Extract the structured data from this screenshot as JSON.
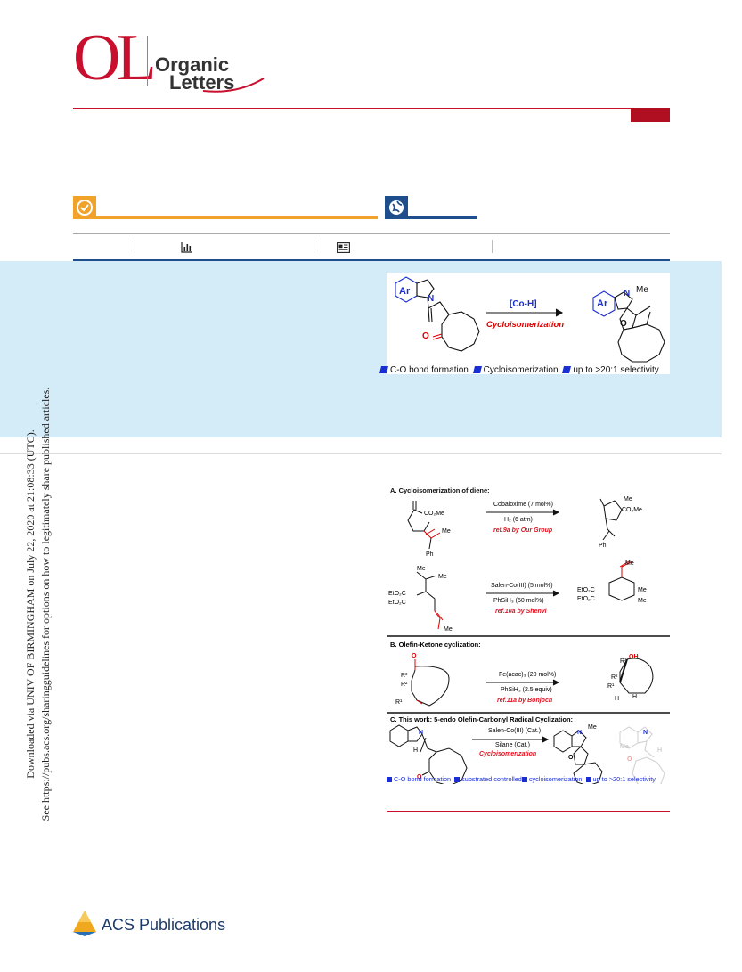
{
  "header": {
    "logo_mark": "OL",
    "logo_line1": "Organic",
    "logo_line2": "Letters"
  },
  "toc_graphic": {
    "reagent": "[Co-H]",
    "process": "Cycloisomerization",
    "ar_label": "Ar",
    "me_label": "Me",
    "n_label": "N",
    "o_label": "O",
    "legend": [
      "C-O bond formation",
      "Cycloisomerization",
      "up to >20:1 selectivity"
    ]
  },
  "scheme": {
    "sectionA": {
      "title": "A. Cycloisomerization of diene:",
      "rxn1": {
        "catalyst": "Cobaloxime (7 mol%)",
        "conditions": "H₂ (6 atm)",
        "reference": "ref.9a by Our Group",
        "substrate_ester": "CO₂Me",
        "substrate_me": "Me",
        "substrate_ph": "Ph",
        "product_me": "Me",
        "product_ester": "CO₂Me",
        "product_ph": "Ph"
      },
      "rxn2": {
        "catalyst": "Salen-Co(III) (5 mol%)",
        "conditions": "PhSiH₃ (50 mol%)",
        "reference": "ref.10a by Shenvi",
        "substrate_me_top": "Me",
        "substrate_me_right": "Me",
        "substrate_ester1": "EtO₂C",
        "substrate_ester2": "EtO₂C",
        "substrate_me_bottom": "Me",
        "product_me_top": "Me",
        "product_ester1": "EtO₂C",
        "product_ester2": "EtO₂C",
        "product_me1": "Me",
        "product_me2": "Me"
      }
    },
    "sectionB": {
      "title": "B. Olefin-Ketone cyclization:",
      "catalyst": "Fe(acac)₃ (20 mol%)",
      "conditions": "PhSiH₃ (2.5 equiv)",
      "reference": "ref.11a by Bonjoch",
      "o_label": "O",
      "r3": "R³",
      "r2": "R²",
      "r1": "R¹",
      "p_r3": "R³",
      "p_oh": "OH",
      "p_r2": "R²",
      "p_r1": "R¹",
      "p_h1": "H",
      "p_h2": "H"
    },
    "sectionC": {
      "title": "C. This work:  5-endo Olefin-Carbonyl Radical Cyclization:",
      "catalyst": "Salen-Co(III) (Cat.)",
      "conditions": "Silane (Cat.)",
      "process": "Cycloisomerization",
      "n_label": "N",
      "h_label": "H",
      "o_label": "O",
      "p_n": "N",
      "p_me": "Me",
      "p_o": "O",
      "g_n": "N",
      "g_h": "H",
      "g_me": "Me",
      "g_o": "O",
      "legend": [
        "C-O bond formation",
        "substrated controlled",
        "cycloisomerization",
        "up to >20:1 selectivity"
      ]
    }
  },
  "side_note": {
    "line1": "Downloaded via UNIV OF BIRMINGHAM on July 22, 2020 at 21:08:33 (UTC).",
    "line2": "See https://pubs.acs.org/sharingguidelines for options on how to legitimately share published articles."
  },
  "footer": {
    "publisher": "ACS Publications"
  },
  "colors": {
    "brand_red": "#c8102e",
    "reference_red": "#e0101e",
    "accent_orange": "#f1a229",
    "accent_blue": "#1e4f8c",
    "abstract_bg": "#d4ebf8",
    "legend_blue": "#1a2fd1"
  }
}
